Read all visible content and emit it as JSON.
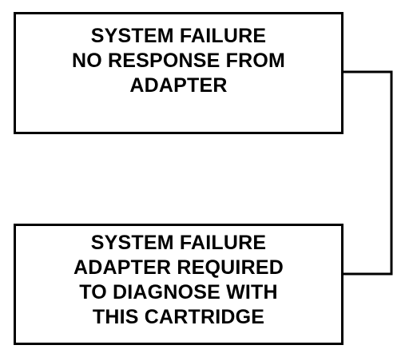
{
  "diagram": {
    "top_box": {
      "lines": [
        "SYSTEM FAILURE",
        "NO RESPONSE FROM",
        "ADAPTER"
      ]
    },
    "bottom_box": {
      "lines": [
        "SYSTEM FAILURE",
        "ADAPTER REQUIRED",
        "TO DIAGNOSE WITH",
        "THIS CARTRIDGE"
      ]
    }
  },
  "colors": {
    "line": "#000000",
    "background": "#ffffff"
  }
}
